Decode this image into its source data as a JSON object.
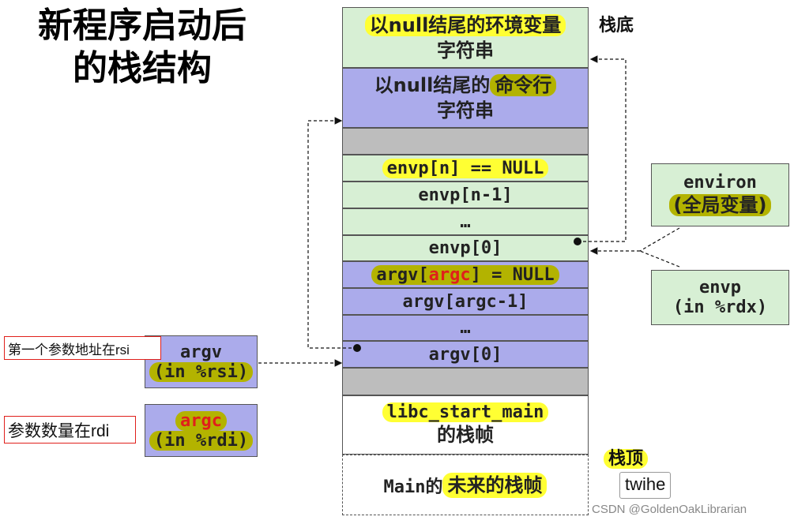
{
  "title": {
    "line1": "新程序启动后",
    "line2": "的栈结构"
  },
  "labels": {
    "stack_bottom": "栈底",
    "stack_top": "栈顶",
    "twihe": "twihe"
  },
  "stack": {
    "env_strings": {
      "line1": "以null结尾的环境变量",
      "line2": "字符串"
    },
    "cmd_strings": {
      "line1_a": "以null结尾的",
      "line1_b": "命令行",
      "line2": "字符串"
    },
    "envp_n": "envp[n] == NULL",
    "envp_n1": "envp[n-1]",
    "envp_dots": "…",
    "envp_0": "envp[0]",
    "argv_argc_a": "argv[",
    "argv_argc_b": "argc",
    "argv_argc_c": "] = NULL",
    "argv_argc1": "argv[argc-1]",
    "argv_dots": "…",
    "argv_0": "argv[0]",
    "libc_a": "libc_start_main",
    "libc_b": "的栈帧",
    "main_a": "Main的",
    "main_b": "未来的栈帧"
  },
  "side": {
    "environ": {
      "line1": "environ",
      "line2": "(全局变量)"
    },
    "envp_reg": {
      "line1": "envp",
      "line2": "(in %rdx)"
    },
    "argv_reg": {
      "line1": "argv",
      "line2": "(in %rsi)"
    },
    "argc_reg": {
      "line1": "argc",
      "line2": "(in %rdi)"
    }
  },
  "notes": {
    "rsi": "第一个参数地址在rsi",
    "rdi": "参数数量在rdi"
  },
  "watermark": "CSDN @GoldenOakLibrarian",
  "colors": {
    "green": "#d7efd4",
    "blue": "#ababeb",
    "gray": "#bdbdbd",
    "yellow": "#ffff33",
    "olive": "#b3b300",
    "red": "#e0201b"
  }
}
